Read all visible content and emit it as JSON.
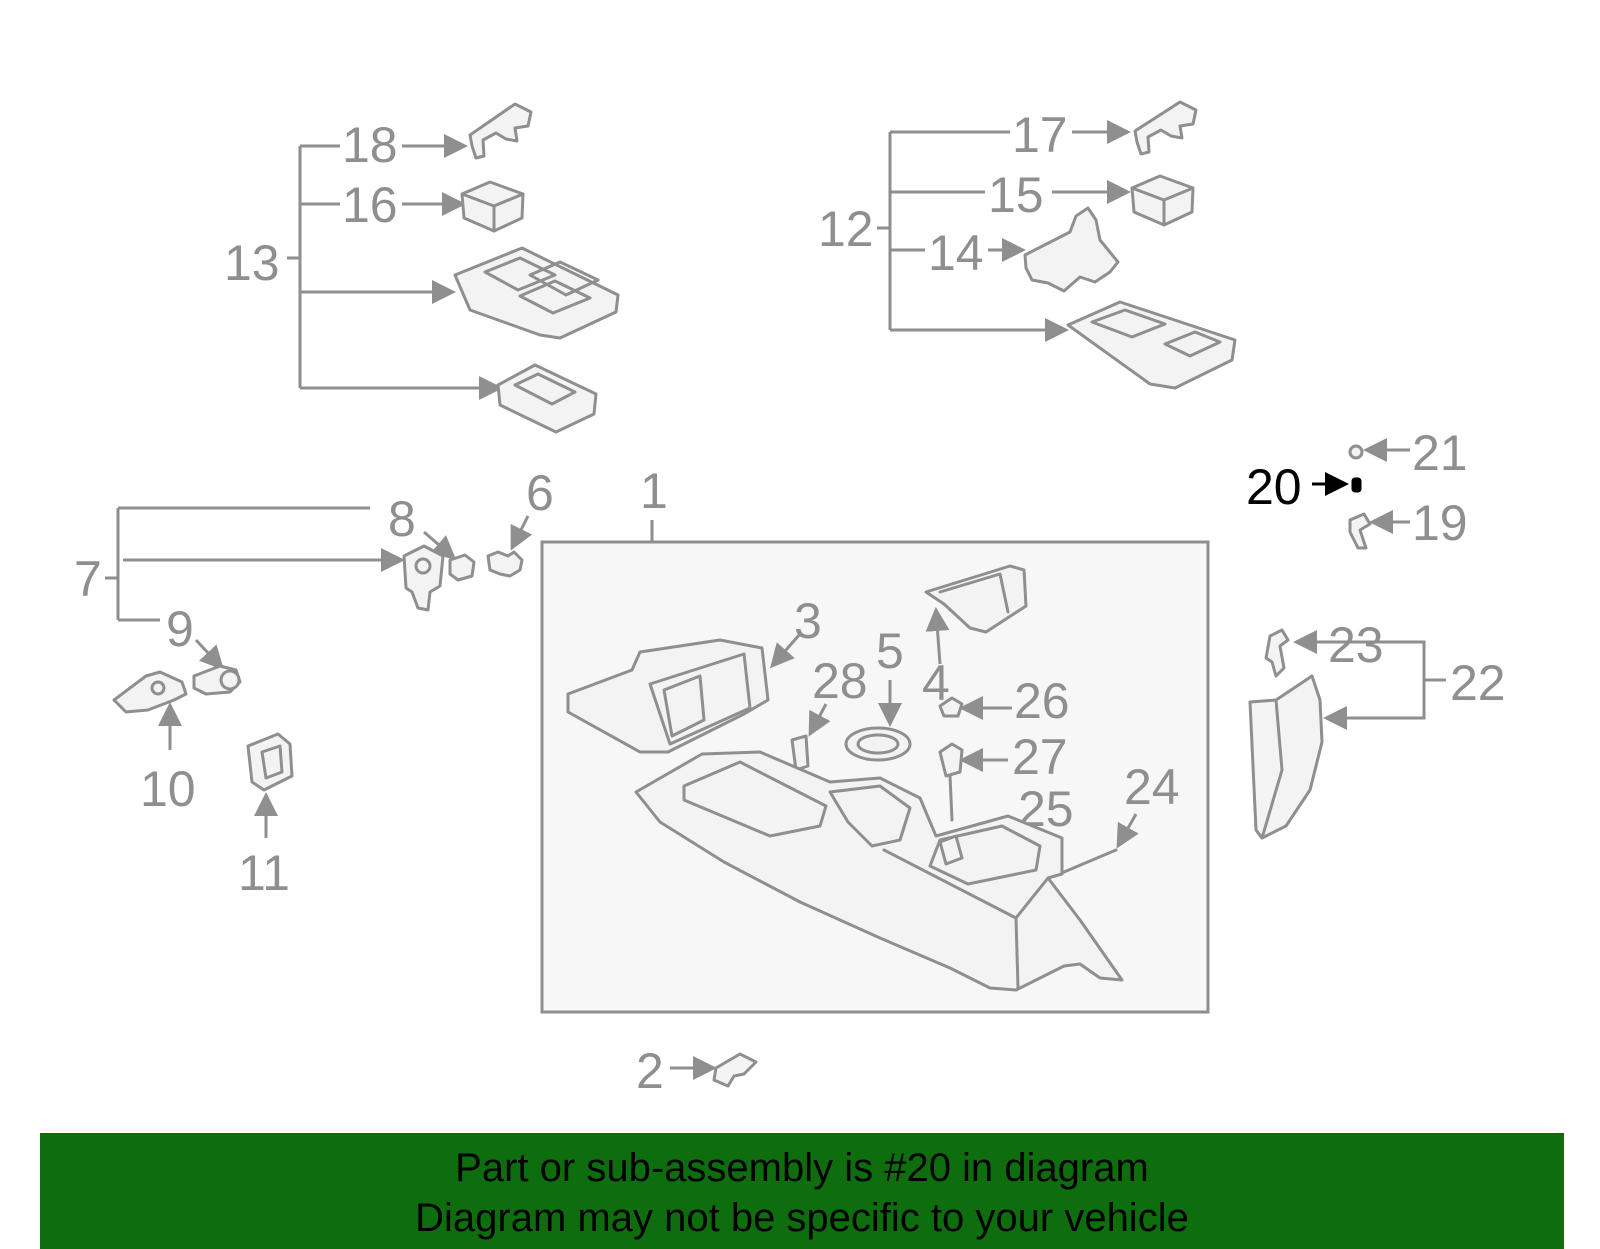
{
  "colors": {
    "line": "#8f8f8f",
    "highlight": "#000000",
    "banner_background": "#0e6e0e",
    "banner_text": "#000000"
  },
  "diagram": {
    "highlighted_callout": "20",
    "callouts": {
      "c1": "1",
      "c2": "2",
      "c3": "3",
      "c4": "4",
      "c5": "5",
      "c6": "6",
      "c7": "7",
      "c8": "8",
      "c9": "9",
      "c10": "10",
      "c11": "11",
      "c12": "12",
      "c13": "13",
      "c14": "14",
      "c15": "15",
      "c16": "16",
      "c17": "17",
      "c18": "18",
      "c19": "19",
      "c20": "20",
      "c21": "21",
      "c22": "22",
      "c23": "23",
      "c24": "24",
      "c25": "25",
      "c26": "26",
      "c27": "27",
      "c28": "28"
    }
  },
  "banner": {
    "line1": "Part or sub-assembly is #20 in diagram",
    "line2": "Diagram may not be specific to your vehicle"
  }
}
